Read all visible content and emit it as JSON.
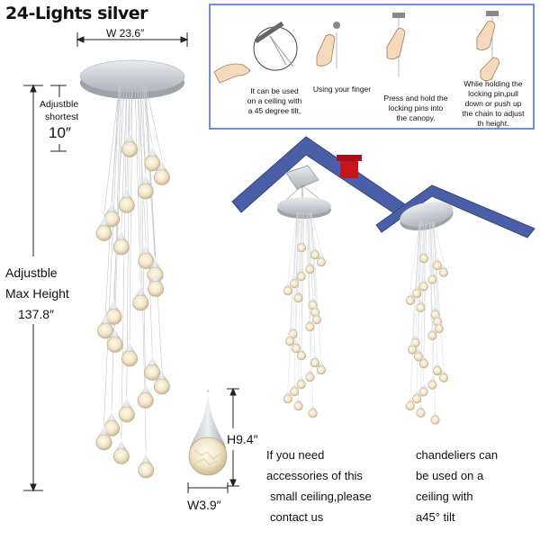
{
  "title": "24-Lights silver",
  "dimensions": {
    "width": "W 23.6″",
    "adjustable_shortest_line1": "Adjustble",
    "adjustable_shortest_line2": "shortest",
    "shortest_value": "10″",
    "max_height_line1": "Adjustble",
    "max_height_line2": "Max Height",
    "max_height_value": "137.8″",
    "pendant_height": "H9.4″",
    "pendant_width": "W3.9″"
  },
  "instructions": {
    "step1_line1": "It can be used",
    "step1_line2": "on a ceiling with",
    "step1_line3": "a 45 degree tilt,",
    "step2": "Using your finger",
    "step3_line1": "Press and hold the",
    "step3_line2": "locking pins into",
    "step3_line3": "the canopy.",
    "step4_line1": "Whlie holding the",
    "step4_line2": "locking pin,pull",
    "step4_line3": "down or push up",
    "step4_line4": "the chain to adjust",
    "step4_line5": "th height."
  },
  "notes": {
    "left_line1": "If you need",
    "left_line2": "accessories of this",
    "left_line3": "small ceiling,please",
    "left_line4": "contact us",
    "right_line1": "chandeliers can",
    "right_line2": "be used on a",
    "right_line3": "ceiling with",
    "right_line4": "a45° tilt"
  },
  "colors": {
    "roof": "#4a5fa8",
    "chimney": "#c8141e",
    "panel_border": "#6f8fd6",
    "globe": "#f1e6c8",
    "metal": "#c9ccd2"
  }
}
